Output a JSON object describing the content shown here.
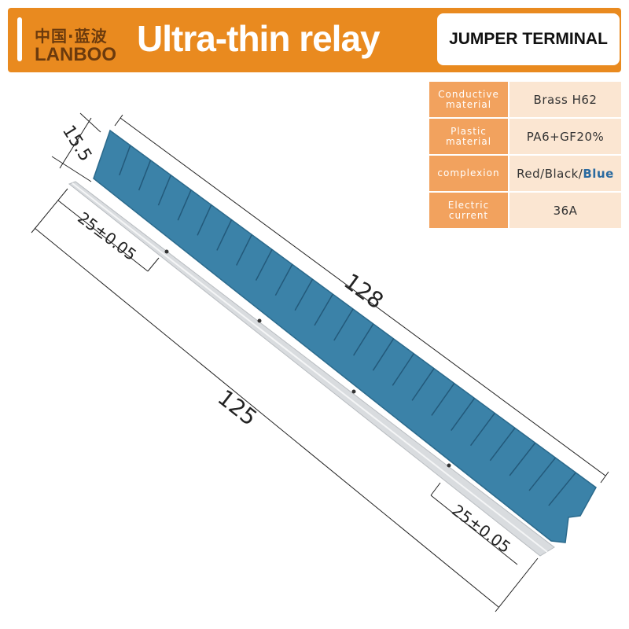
{
  "header": {
    "logo_cn": "中国·蓝波",
    "logo_en": "LANBOO",
    "title": "Ultra-thin relay",
    "badge": "JUMPER TERMINAL",
    "brand_color": "#e98a1f"
  },
  "specs": [
    {
      "label_l1": "Conductive",
      "label_l2": "material",
      "value": "Brass H62"
    },
    {
      "label_l1": "Plastic",
      "label_l2": "material",
      "value": "PA6+GF20%"
    },
    {
      "label_l1": "complexion",
      "label_l2": "",
      "value_parts": [
        "Red/Black/",
        "Blue"
      ]
    },
    {
      "label_l1": "Electric",
      "label_l2": "current",
      "value": "36A"
    }
  ],
  "dimensions": {
    "width": "15.5",
    "length_top": "128",
    "length_bottom": "125",
    "pitch_left": "25±0.05",
    "pitch_right": "25±0.05"
  },
  "colors": {
    "terminal_blue": "#3b82a8",
    "terminal_blue_dark": "#2b6a8c",
    "metal_strip": "#d9dcdf",
    "spec_label_bg": "#f2a25e",
    "spec_value_bg": "#fbe6d2"
  }
}
